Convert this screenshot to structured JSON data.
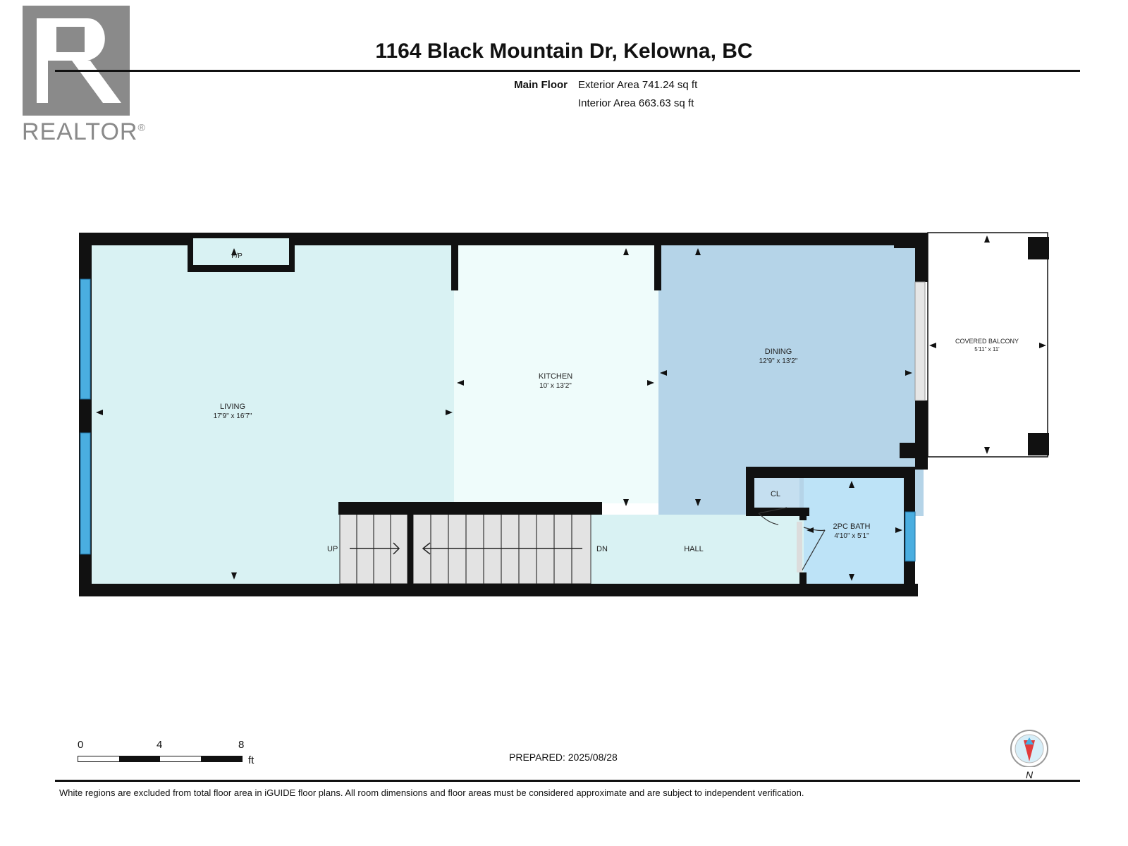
{
  "header": {
    "title": "1164 Black Mountain Dr, Kelowna, BC",
    "floor_label": "Main Floor",
    "exterior_area": "Exterior Area 741.24 sq ft",
    "interior_area": "Interior Area 663.63 sq ft"
  },
  "logo": {
    "text": "REALTOR",
    "registered_mark": "®",
    "icon": "realtor-r-logo"
  },
  "rooms": {
    "living": {
      "name": "LIVING",
      "dims": "17'9\" x 16'7\""
    },
    "kitchen": {
      "name": "KITCHEN",
      "dims": "10' x 13'2\""
    },
    "dining": {
      "name": "DINING",
      "dims": "12'9\" x 13'2\""
    },
    "balcony": {
      "name": "COVERED BALCONY",
      "dims": "5'11\" x 11'"
    },
    "closet": {
      "name": "CL"
    },
    "bath": {
      "name": "2PC BATH",
      "dims": "4'10\" x 5'1\""
    },
    "hall": {
      "name": "HALL"
    },
    "fireplace": {
      "name": "F/P"
    }
  },
  "stairs": {
    "up": "UP",
    "down": "DN"
  },
  "scale": {
    "ticks": [
      "0",
      "4",
      "8"
    ],
    "unit": "ft"
  },
  "prepared": "PREPARED: 2025/08/28",
  "compass": {
    "label": "N",
    "icon": "compass-icon"
  },
  "disclaimer": "White regions are excluded from total floor area in iGUIDE floor plans. All room dimensions and floor areas must be considered approximate and are subject to independent verification.",
  "colors": {
    "living": "#d9f2f3",
    "kitchen": "#effcfb",
    "dining": "#b5d4e8",
    "hall": "#d9f2f3",
    "bath": "#bde3f7",
    "closet": "#c5dff0",
    "window": "#4aaee0",
    "stairs": "#e3e3e3",
    "wall": "#111111",
    "logo_gray": "#8a8a8a"
  }
}
